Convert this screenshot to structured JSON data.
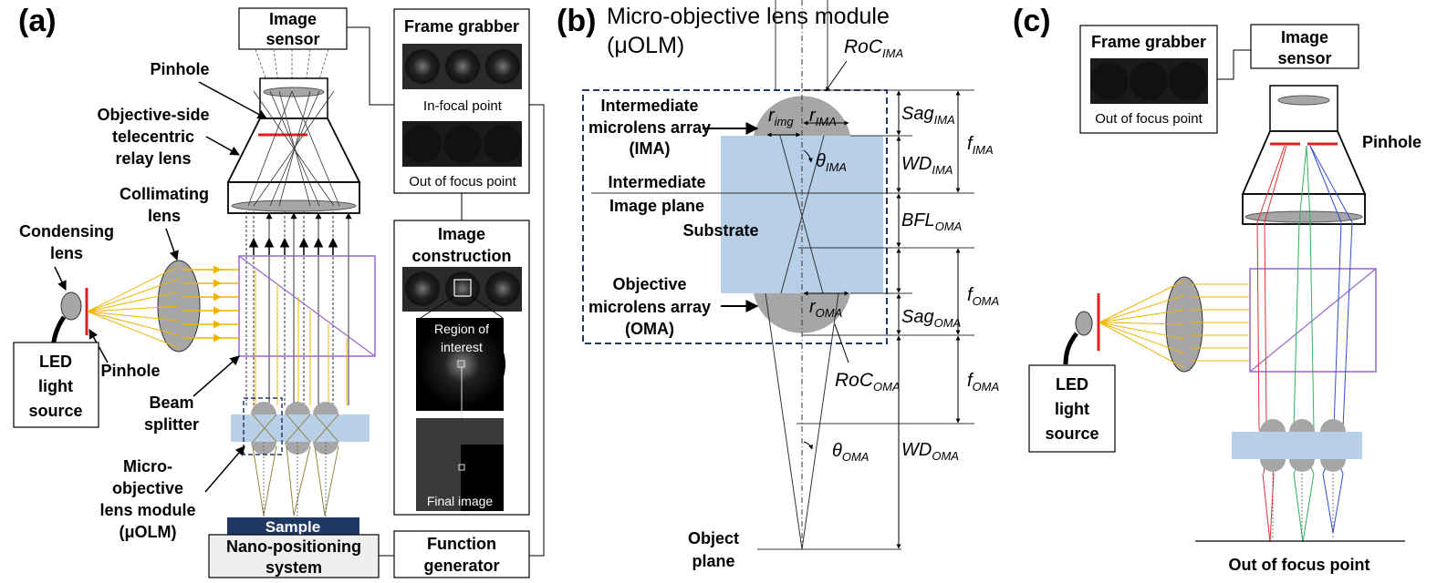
{
  "panels": {
    "a": "(a)",
    "b": "(b)",
    "c": "(c)"
  },
  "panel_a": {
    "image_sensor": [
      "Image",
      "sensor"
    ],
    "frame_grabber": "Frame grabber",
    "in_focal_point": "In-focal point",
    "out_of_focus_point": "Out of focus point",
    "pinhole_top": "Pinhole",
    "telecentric": [
      "Objective-side",
      "telecentric",
      "relay lens"
    ],
    "collimating": [
      "Collimating",
      "lens"
    ],
    "condensing": [
      "Condensing",
      "lens"
    ],
    "pinhole_left": "Pinhole",
    "led": [
      "LED",
      "light",
      "source"
    ],
    "beam_splitter": [
      "Beam",
      "splitter"
    ],
    "uolm": [
      "Micro-",
      "objective",
      "lens module",
      "(μOLM)"
    ],
    "image_construction": [
      "Image",
      "construction"
    ],
    "region_of_interest": [
      "Region of",
      "interest"
    ],
    "final_image": "Final image",
    "sample": "Sample",
    "nano_positioning": [
      "Nano-positioning",
      "system"
    ],
    "function_generator": [
      "Function",
      "generator"
    ]
  },
  "panel_b": {
    "title": [
      "Micro-objective lens module",
      "(μOLM)"
    ],
    "ima": [
      "Intermediate",
      "microlens array",
      "(IMA)"
    ],
    "intermediate_plane": [
      "Intermediate",
      "Image plane"
    ],
    "substrate": "Substrate",
    "oma": [
      "Objective",
      "microlens array",
      "(OMA)"
    ],
    "object_plane": [
      "Object",
      "plane"
    ],
    "symbols": {
      "roc_ima_main": "RoC",
      "roc_ima_sub": "IMA",
      "r_img_main": "r",
      "r_img_sub": "img",
      "r_ima_main": "r",
      "r_ima_sub": "IMA",
      "theta_ima_main": "θ",
      "theta_ima_sub": "IMA",
      "sag_ima_main": "Sag",
      "sag_ima_sub": "IMA",
      "wd_ima_main": "WD",
      "wd_ima_sub": "IMA",
      "f_ima_main": "f",
      "f_ima_sub": "IMA",
      "bfl_oma_main": "BFL",
      "bfl_oma_sub": "OMA",
      "f_oma1_main": "f",
      "f_oma1_sub": "OMA",
      "sag_oma_main": "Sag",
      "sag_oma_sub": "OMA",
      "r_oma_main": "r",
      "r_oma_sub": "OMA",
      "roc_oma_main": "RoC",
      "roc_oma_sub": "OMA",
      "f_oma2_main": "f",
      "f_oma2_sub": "OMA",
      "theta_oma_main": "θ",
      "theta_oma_sub": "OMA",
      "wd_oma_main": "WD",
      "wd_oma_sub": "OMA"
    }
  },
  "panel_c": {
    "frame_grabber": "Frame grabber",
    "out_of_focus_point": "Out of focus point",
    "image_sensor": [
      "Image",
      "sensor"
    ],
    "pinhole": "Pinhole",
    "led": [
      "LED",
      "light",
      "source"
    ],
    "bottom_label": "Out of focus point"
  },
  "colors": {
    "substrate": "#b8cfe8",
    "lens_gray": "#a6a6a6",
    "pinhole_red": "#e02020",
    "ray_yellow": "#f0b400",
    "sample_navy": "#1f3864",
    "splitter_purple": "#9966cc",
    "dashed_navy": "#1f3864",
    "ray_red": "#e03030",
    "ray_green": "#30b060",
    "ray_blue": "#3050d0"
  }
}
